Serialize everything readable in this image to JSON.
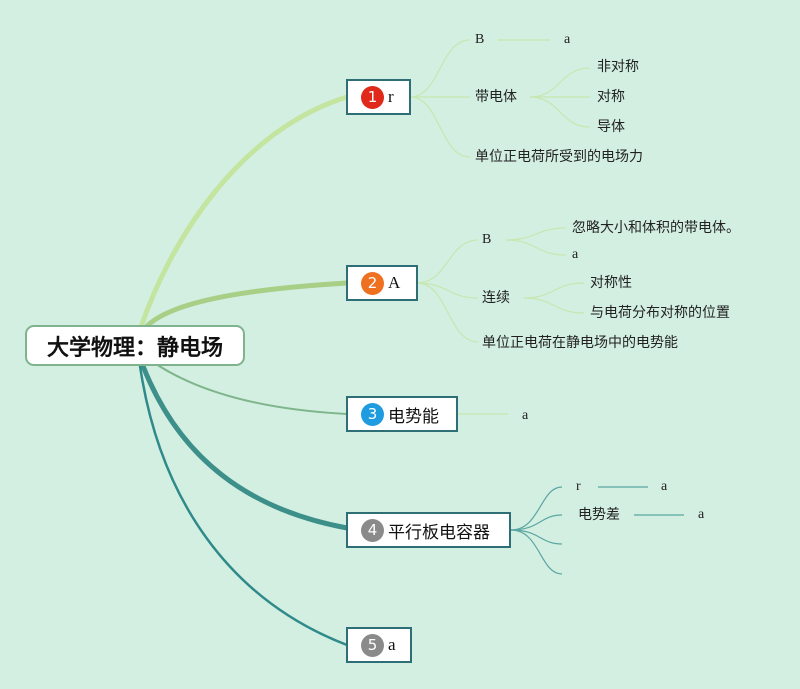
{
  "title": "大学物理：静电场",
  "badge_colors": {
    "1": "#e0291b",
    "2": "#ee7121",
    "3": "#1f9ce0",
    "4": "#8a8a8a",
    "5": "#8a8a8a"
  },
  "line_colors": {
    "b1": "#c3e5a0",
    "b2": "#a7cf86",
    "b3": "#7fb58a",
    "b4": "#3d8f8a",
    "b5": "#2f8a8a"
  },
  "branches": [
    {
      "number": "1",
      "label": "r",
      "children": [
        {
          "text": "B",
          "value": "a"
        },
        {
          "text": "带电体",
          "children": [
            "非对称",
            "对称",
            "导体"
          ]
        },
        {
          "text": "单位正电荷所受到的电场力"
        }
      ]
    },
    {
      "number": "2",
      "label": "A",
      "children": [
        {
          "text": "B",
          "children": [
            "忽略大小和体积的带电体。",
            "a"
          ]
        },
        {
          "text": "连续",
          "children": [
            "对称性",
            "与电荷分布对称的位置"
          ]
        },
        {
          "text": "单位正电荷在静电场中的电势能"
        }
      ]
    },
    {
      "number": "3",
      "label": "电势能",
      "children": [
        {
          "text": "a"
        }
      ]
    },
    {
      "number": "4",
      "label": "平行板电容器",
      "children": [
        {
          "text": "r",
          "value": "a"
        },
        {
          "text": "电势差",
          "value": "a"
        },
        {
          "text": ""
        },
        {
          "text": ""
        }
      ]
    },
    {
      "number": "5",
      "label": "a",
      "children": []
    }
  ]
}
